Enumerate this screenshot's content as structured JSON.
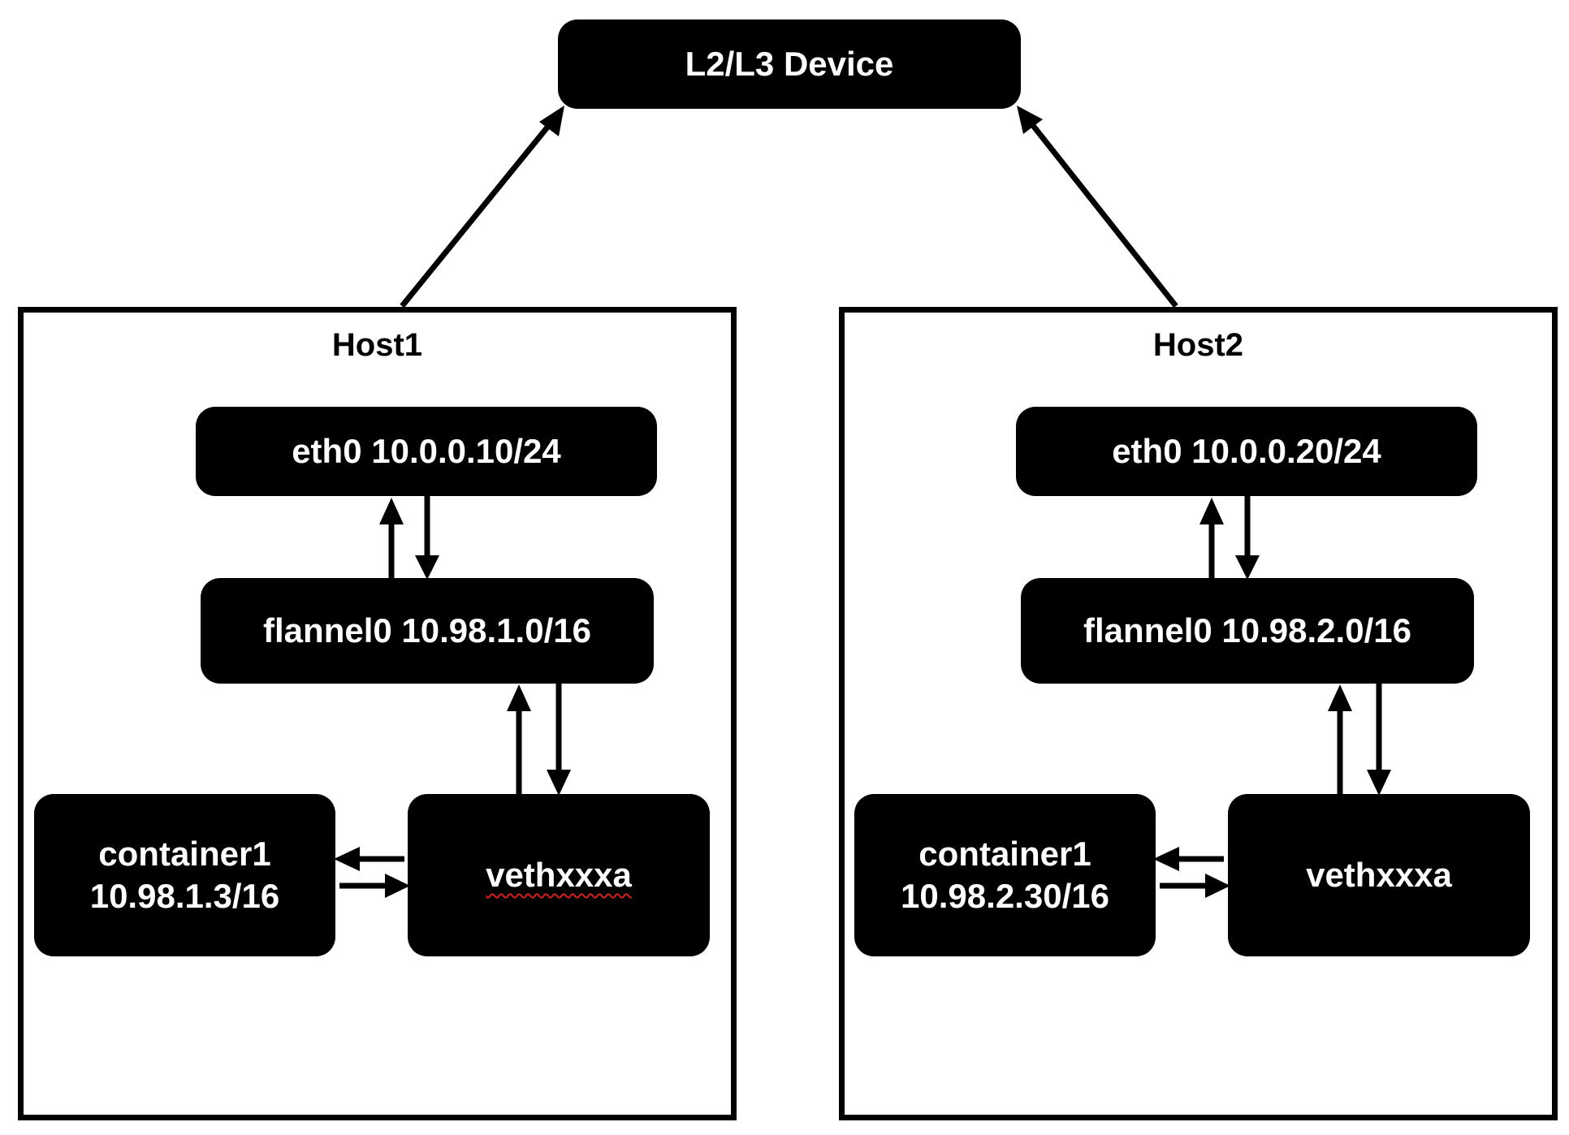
{
  "device": {
    "label": "L2/L3 Device"
  },
  "hosts": [
    {
      "title": "Host1",
      "eth0": "eth0 10.0.0.10/24",
      "flannel0": "flannel0 10.98.1.0/16",
      "container_name": "container1",
      "container_ip": "10.98.1.3/16",
      "veth": "vethxxxa"
    },
    {
      "title": "Host2",
      "eth0": "eth0 10.0.0.20/24",
      "flannel0": "flannel0 10.98.2.0/16",
      "container_name": "container1",
      "container_ip": "10.98.2.30/16",
      "veth": "vethxxxa"
    }
  ],
  "colors": {
    "node_fill": "#000000",
    "node_text": "#ffffff",
    "line": "#000000",
    "spellcheck": "#d62020"
  }
}
